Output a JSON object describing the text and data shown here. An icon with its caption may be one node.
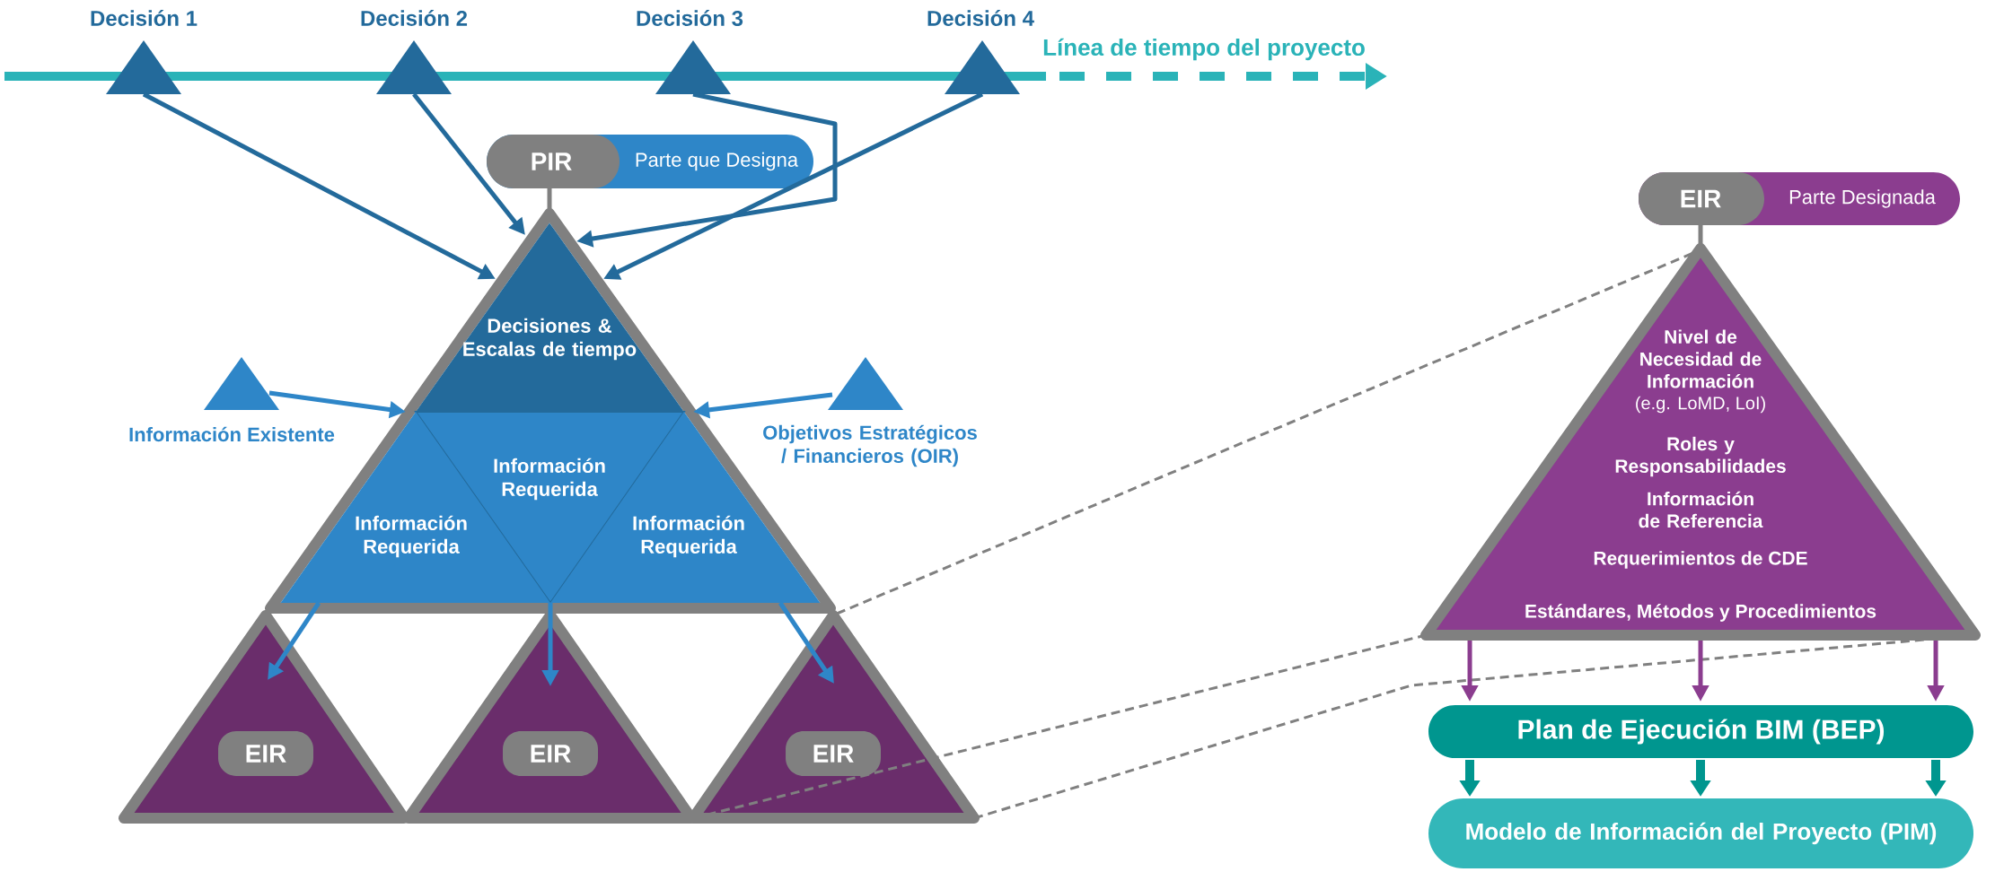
{
  "diagram": {
    "nodes": [
      {
        "text": [
          "Decisión 1"
        ]
      },
      {
        "text": [
          "Decisión 2"
        ]
      },
      {
        "text": [
          "Decisión 3"
        ]
      },
      {
        "text": [
          "Decisión 4"
        ]
      },
      {
        "text": [
          "PIR",
          "Parte que Designa"
        ]
      },
      {
        "text": [],
        "shape": "triangle"
      },
      {
        "text": [
          "Decisiones & Escalas de tiempo"
        ],
        "in": 5
      },
      {
        "text": [
          "Información Requerida"
        ],
        "in": 5
      },
      {
        "text": [
          "Información Requerida"
        ],
        "in": 5
      },
      {
        "text": [
          "Información Requerida"
        ],
        "in": 5
      },
      {
        "text": [
          "Información Existente"
        ]
      },
      {
        "text": [
          "Objetivos Estratégicos / Financieros (OIR)"
        ]
      },
      {
        "text": [],
        "shape": "triangle"
      },
      {
        "text": [
          "EIR"
        ],
        "in": 12
      },
      {
        "text": [],
        "shape": "triangle"
      },
      {
        "text": [
          "EIR"
        ],
        "in": 14
      },
      {
        "text": [],
        "shape": "triangle"
      },
      {
        "text": [
          "EIR"
        ],
        "in": 16
      },
      {
        "text": [
          "EIR",
          "Parte Designada"
        ]
      },
      {
        "text": [
          "Nivel de Necesidad de Información",
          "(e.g. LoMD, LoI)",
          "Roles y Responsabilidades",
          "Información de Referencia",
          "Requerimientos de CDE",
          "Estándares, Métodos y Procedimientos"
        ]
      },
      {
        "text": [
          "Plan de Ejecución BIM (BEP)"
        ]
      },
      {
        "text": [
          "Modelo de Información del Proyecto (PIM)"
        ]
      }
    ],
    "edges": [
      {
        "from": 0,
        "to": 6,
        "arrow": "to",
        "color": "#236a9b"
      },
      {
        "from": 1,
        "to": 6,
        "arrow": "to",
        "color": "#236a9b"
      },
      {
        "from": 2,
        "to": 6,
        "arrow": "to",
        "color": "#236a9b"
      },
      {
        "from": 3,
        "to": 6,
        "arrow": "to",
        "color": "#236a9b"
      },
      {
        "from": 4,
        "to": 5,
        "arrow": "none",
        "color": "#808080"
      },
      {
        "from": 10,
        "to": 5,
        "arrow": "to",
        "color": "#2e86c8"
      },
      {
        "from": 11,
        "to": 5,
        "arrow": "to",
        "color": "#2e86c8"
      },
      {
        "from": 8,
        "to": 12,
        "arrow": "to",
        "color": "#2e86c8"
      },
      {
        "from": 7,
        "to": 14,
        "arrow": "to",
        "color": "#2e86c8"
      },
      {
        "from": 9,
        "to": 16,
        "arrow": "to",
        "color": "#2e86c8"
      },
      {
        "from": 18,
        "to": 19,
        "arrow": "none",
        "color": "#808080"
      },
      {
        "from": 16,
        "to": 19,
        "arrow": "none",
        "style": "dashed",
        "color": "#808080"
      },
      {
        "from": 16,
        "to": 19,
        "arrow": "none",
        "style": "dashed",
        "color": "#808080"
      },
      {
        "from": 16,
        "to": 19,
        "arrow": "none",
        "style": "dashed",
        "color": "#808080"
      },
      {
        "from": 19,
        "to": 20,
        "arrow": "to",
        "color": "#8b3d8f"
      },
      {
        "from": 19,
        "to": 20,
        "arrow": "to",
        "color": "#8b3d8f"
      },
      {
        "from": 19,
        "to": 20,
        "arrow": "to",
        "color": "#8b3d8f"
      },
      {
        "from": 20,
        "to": 21,
        "arrow": "to",
        "style": "thick",
        "color": "#00968f"
      },
      {
        "from": 20,
        "to": 21,
        "arrow": "to",
        "style": "thick",
        "color": "#00968f"
      },
      {
        "from": 20,
        "to": 21,
        "arrow": "to",
        "style": "thick",
        "color": "#00968f"
      }
    ],
    "labels": [
      "Línea de tiempo del proyecto"
    ]
  }
}
